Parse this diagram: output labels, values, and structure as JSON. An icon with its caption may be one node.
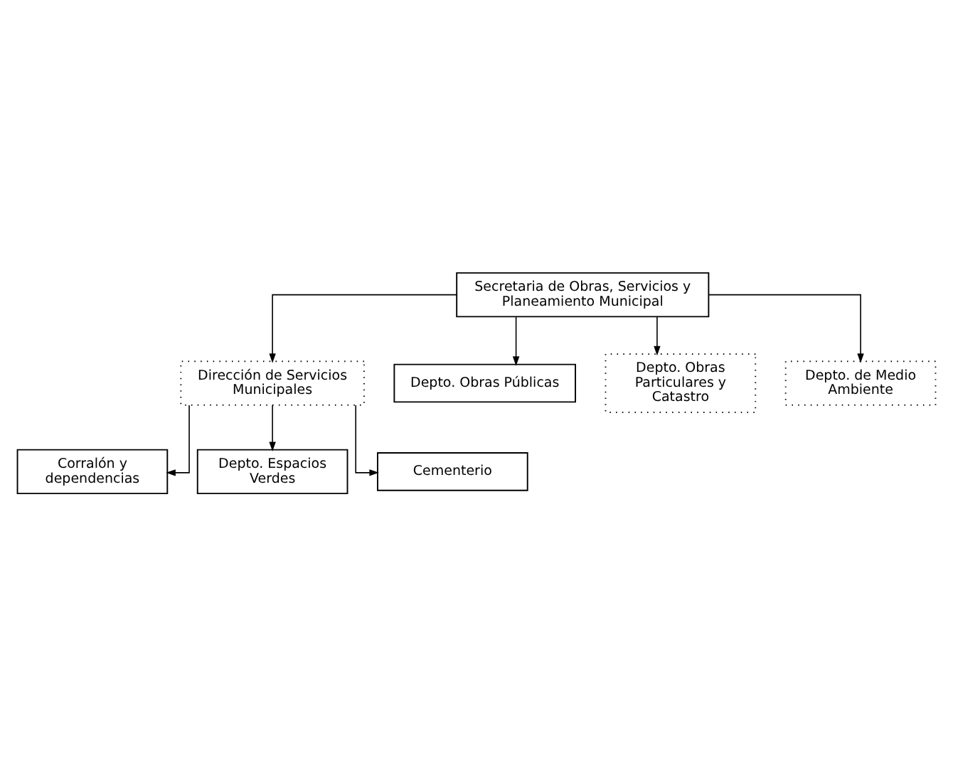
{
  "diagram": {
    "nodes": [
      {
        "text": [
          "Secretaria de Obras, Servicios y Planeamiento Municipal"
        ]
      },
      {
        "text": [
          "Dirección de Servicios Municipales"
        ]
      },
      {
        "text": [
          "Corralón y dependencias"
        ]
      },
      {
        "text": [
          "Depto. Espacios Verdes"
        ]
      },
      {
        "text": [
          "Cementerio"
        ]
      },
      {
        "text": [
          "Depto. Obras Públicas"
        ]
      },
      {
        "text": [
          "Depto. Obras Particulares y Catastro"
        ]
      },
      {
        "text": [
          "Depto. de Medio Ambiente"
        ]
      }
    ],
    "edges": [
      {
        "from": 0,
        "to": 1,
        "arrow": "to"
      },
      {
        "from": 1,
        "to": 2,
        "arrow": "to"
      },
      {
        "from": 1,
        "to": 3,
        "arrow": "to"
      },
      {
        "from": 1,
        "to": 4,
        "arrow": "to"
      },
      {
        "from": 0,
        "to": 5,
        "arrow": "to"
      },
      {
        "from": 0,
        "to": 6,
        "arrow": "to"
      },
      {
        "from": 0,
        "to": 7,
        "arrow": "to"
      }
    ]
  }
}
